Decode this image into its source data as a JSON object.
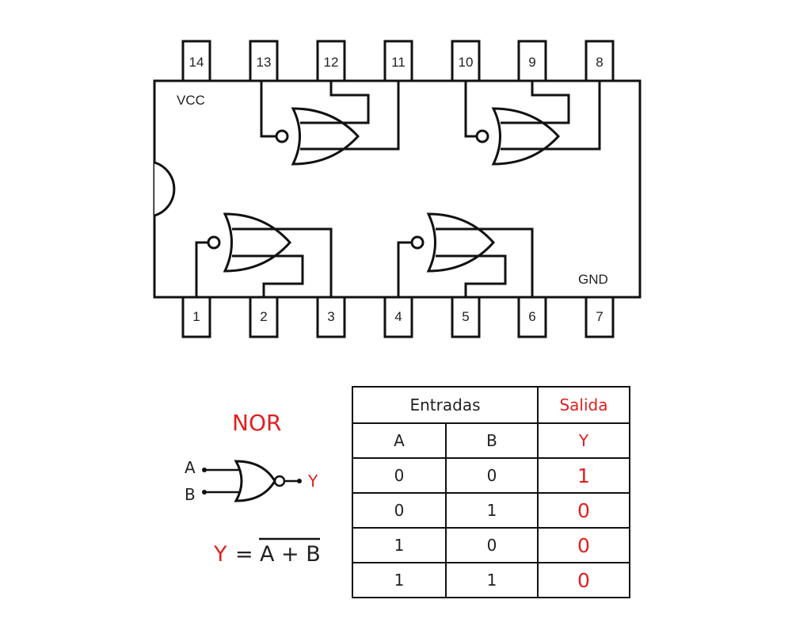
{
  "chip": {
    "top_pins": [
      "14",
      "13",
      "12",
      "11",
      "10",
      "9",
      "8"
    ],
    "bottom_pins": [
      "1",
      "2",
      "3",
      "4",
      "5",
      "6",
      "7"
    ],
    "vcc_label": "VCC",
    "gnd_label": "GND"
  },
  "gate_symbol": {
    "title": "NOR",
    "input_a": "A",
    "input_b": "B",
    "output": "Y",
    "equation_lhs": "Y",
    "equation_eq": "=",
    "equation_rhs": "A + B"
  },
  "truth_table": {
    "inputs_header": "Entradas",
    "output_header": "Salida",
    "columns": [
      "A",
      "B",
      "Y"
    ],
    "rows": [
      [
        "0",
        "0",
        "1"
      ],
      [
        "0",
        "1",
        "0"
      ],
      [
        "1",
        "0",
        "0"
      ],
      [
        "1",
        "1",
        "0"
      ]
    ]
  },
  "colors": {
    "accent": "#e02020",
    "ink": "#111111"
  }
}
